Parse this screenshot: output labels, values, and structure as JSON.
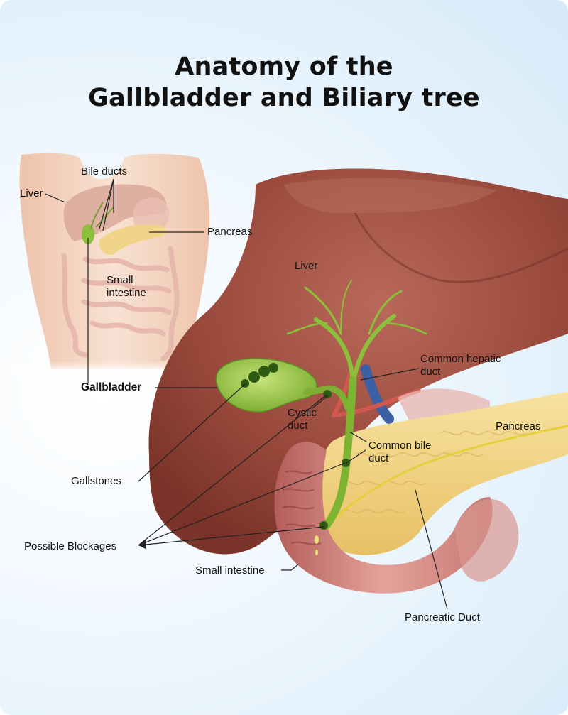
{
  "title": {
    "line1": "Anatomy of the",
    "line2": "Gallbladder and Biliary tree"
  },
  "inset_labels": {
    "liver": "Liver",
    "bile_ducts": "Bile ducts",
    "pancreas": "Pancreas",
    "small_intestine_1": "Small",
    "small_intestine_2": "intestine"
  },
  "main_labels": {
    "liver": "Liver",
    "gallbladder": "Gallbladder",
    "common_hepatic_duct_1": "Common hepatic",
    "common_hepatic_duct_2": "duct",
    "cystic_duct_1": "Cystic",
    "cystic_duct_2": "duct",
    "pancreas": "Pancreas",
    "common_bile_duct_1": "Common bile",
    "common_bile_duct_2": "duct",
    "gallstones": "Gallstones",
    "possible_blockages": "Possible Blockages",
    "small_intestine": "Small intestine",
    "pancreatic_duct": "Pancreatic Duct"
  },
  "colors": {
    "liver": "#9a4a3c",
    "gallbladder": "#8cbf3a",
    "pancreas": "#f2d78a",
    "duodenum": "#c97a78",
    "skin": "#f3d6c4",
    "background": "#dcecf9"
  }
}
